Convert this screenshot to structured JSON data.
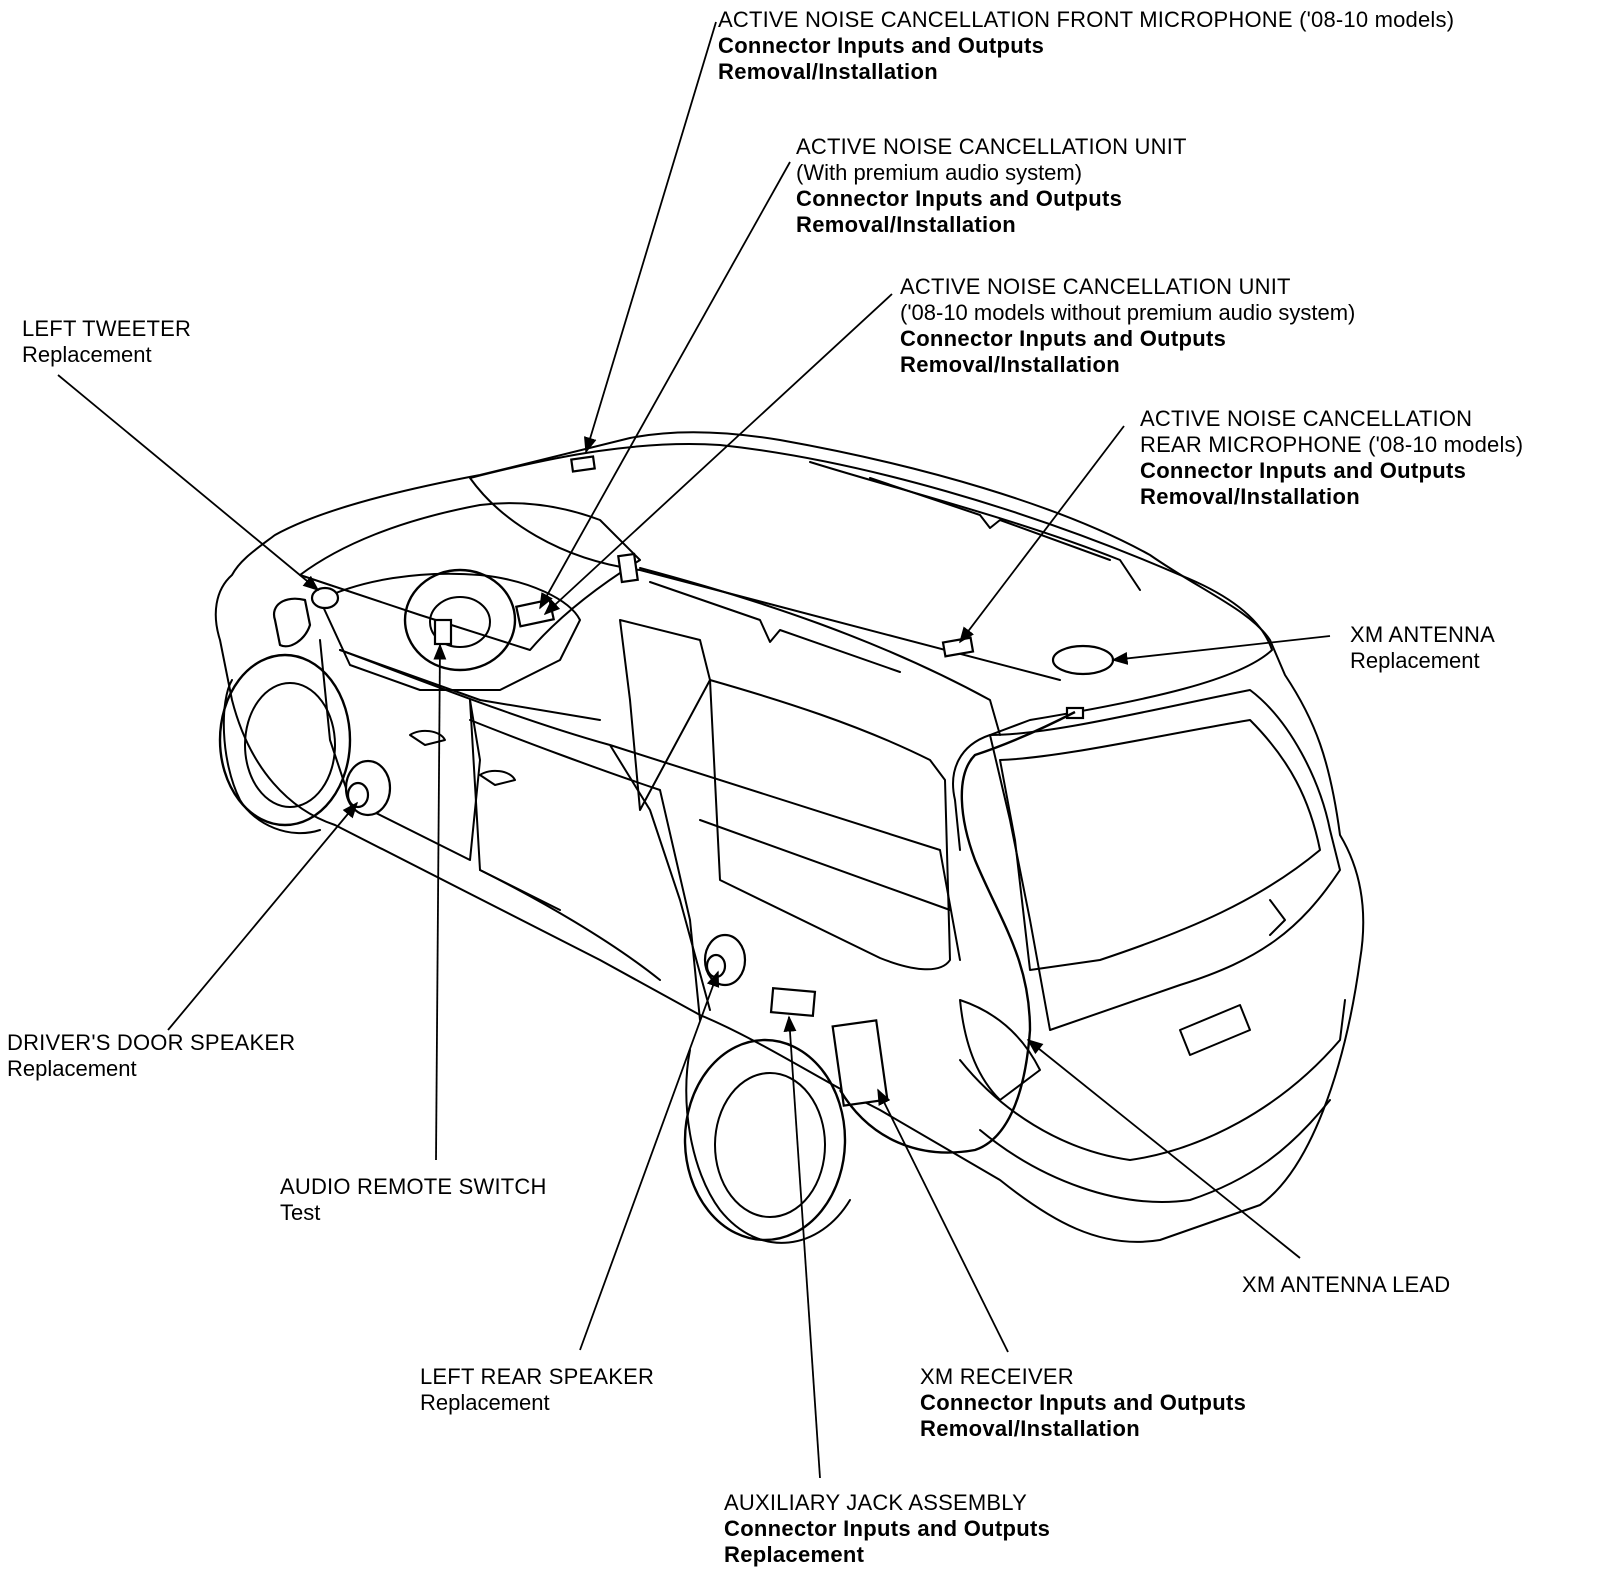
{
  "callouts": {
    "anc_front_mic": {
      "title": "ACTIVE NOISE CANCELLATION FRONT MICROPHONE ('08-10 models)",
      "link1": "Connector Inputs and Outputs",
      "link2": "Removal/Installation"
    },
    "anc_unit_premium": {
      "title": "ACTIVE NOISE CANCELLATION UNIT",
      "subtitle": "(With premium audio system)",
      "link1": "Connector Inputs and Outputs",
      "link2": "Removal/Installation"
    },
    "anc_unit_no_premium": {
      "title": "ACTIVE NOISE CANCELLATION UNIT",
      "subtitle": "('08-10 models without premium audio system)",
      "link1": "Connector Inputs and Outputs",
      "link2": "Removal/Installation"
    },
    "anc_rear_mic": {
      "title1": "ACTIVE NOISE CANCELLATION",
      "title2": "REAR MICROPHONE ('08-10 models)",
      "link1": "Connector Inputs and Outputs",
      "link2": "Removal/Installation"
    },
    "left_tweeter": {
      "title": "LEFT TWEETER",
      "sub": "Replacement"
    },
    "xm_antenna": {
      "title": "XM ANTENNA",
      "sub": "Replacement"
    },
    "drivers_door_speaker": {
      "title": "DRIVER'S DOOR SPEAKER",
      "sub": "Replacement"
    },
    "audio_remote_switch": {
      "title": "AUDIO REMOTE SWITCH",
      "sub": "Test"
    },
    "xm_antenna_lead": {
      "title": "XM ANTENNA LEAD"
    },
    "left_rear_speaker": {
      "title": "LEFT REAR SPEAKER",
      "sub": "Replacement"
    },
    "xm_receiver": {
      "title": "XM RECEIVER",
      "link1": "Connector Inputs and Outputs",
      "link2": "Removal/Installation"
    },
    "aux_jack": {
      "title": "AUXILIARY JACK ASSEMBLY",
      "link1": "Connector Inputs and Outputs",
      "link2": "Replacement"
    }
  }
}
